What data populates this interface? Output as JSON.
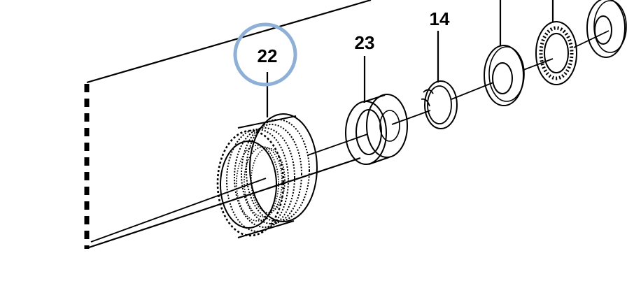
{
  "diagram": {
    "callouts": [
      {
        "id": "22",
        "label": "22",
        "highlighted": true
      },
      {
        "id": "23",
        "label": "23",
        "highlighted": false
      },
      {
        "id": "14",
        "label": "14",
        "highlighted": false
      }
    ],
    "colors": {
      "line": "#000000",
      "highlight_ring": "#8fb0d6",
      "background": "#ffffff"
    }
  }
}
